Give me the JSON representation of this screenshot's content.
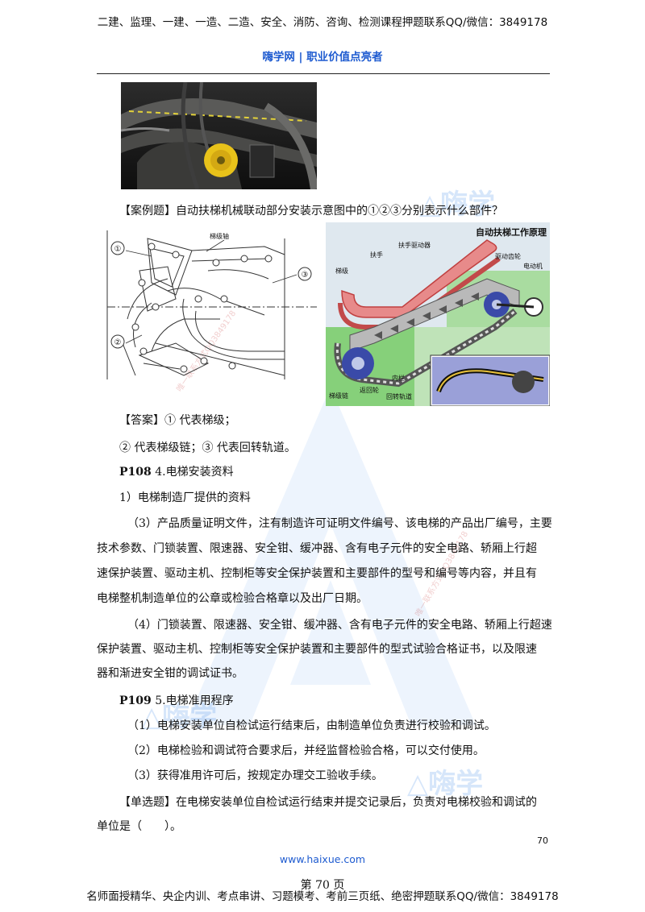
{
  "header": {
    "top_line": "二建、监理、一建、一造、二造、安全、消防、咨询、检测课程押题联系QQ/微信：3849178",
    "brand": "嗨学网 | 职业价值点亮者"
  },
  "watermark": {
    "logo_text": "嗨学",
    "small_text": "唯一联系方式QQ3849178"
  },
  "case_question": {
    "text": "【案例题】自动扶梯机械联动部分安装示意图中的①②③分别表示什么部件？"
  },
  "figure_left": {
    "label_top": "梯级轴",
    "marker_1": "①",
    "marker_2": "②",
    "marker_3": "③"
  },
  "figure_right": {
    "title": "自动扶梯工作原理",
    "labels": {
      "handrail_drive": "扶手驱动器",
      "handrail": "扶手",
      "step": "梯级",
      "drive_gear": "驱动齿轮",
      "motor": "电动机",
      "inner_rail": "内栏",
      "step_chain": "梯级链",
      "return_wheel": "返回轮",
      "return_track": "回转轨道"
    }
  },
  "answer": {
    "line1": "【答案】① 代表梯级；",
    "line2": "② 代表梯级链；③ 代表回转轨道。"
  },
  "sections": {
    "p108_code": "P108",
    "p108_title": "4.电梯安装资料",
    "item1": "1）电梯制造厂提供的资料",
    "para3_l1": "（3）产品质量证明文件，注有制造许可证明文件编号、该电梯的产品出厂编号，主要",
    "para3_l2": "技术参数、门锁装置、限速器、安全钳、缓冲器、含有电子元件的安全电路、轿厢上行超",
    "para3_l3": "速保护装置、驱动主机、控制柜等安全保护装置和主要部件的型号和编号等内容，并且有",
    "para3_l4": "电梯整机制造单位的公章或检验合格章以及出厂日期。",
    "para4_l1": "（4）门锁装置、限速器、安全钳、缓冲器、含有电子元件的安全电路、轿厢上行超速",
    "para4_l2": "保护装置、驱动主机、控制柜等安全保护装置和主要部件的型式试验合格证书，以及限速",
    "para4_l3": "器和渐进安全钳的调试证书。",
    "p109_code": "P109",
    "p109_title": "5.电梯准用程序",
    "s1": "（1）电梯安装单位自检试运行结束后，由制造单位负责进行校验和调试。",
    "s2": "（2）电梯检验和调试符合要求后，并经监督检验合格，可以交付使用。",
    "s3": "（3）获得准用许可后，按规定办理交工验收手续。",
    "single_l1": "【单选题】在电梯安装单位自检试运行结束并提交记录后，负责对电梯校验和调试的",
    "single_l2": "单位是（　　）。"
  },
  "footer": {
    "page_number": "70",
    "site": "www.haixue.com",
    "page_label": "第 70 页",
    "bottom_line": "名师面授精华、央企内训、考点串讲、习题模考、考前三页纸、绝密押题联系QQ/微信：3849178"
  }
}
